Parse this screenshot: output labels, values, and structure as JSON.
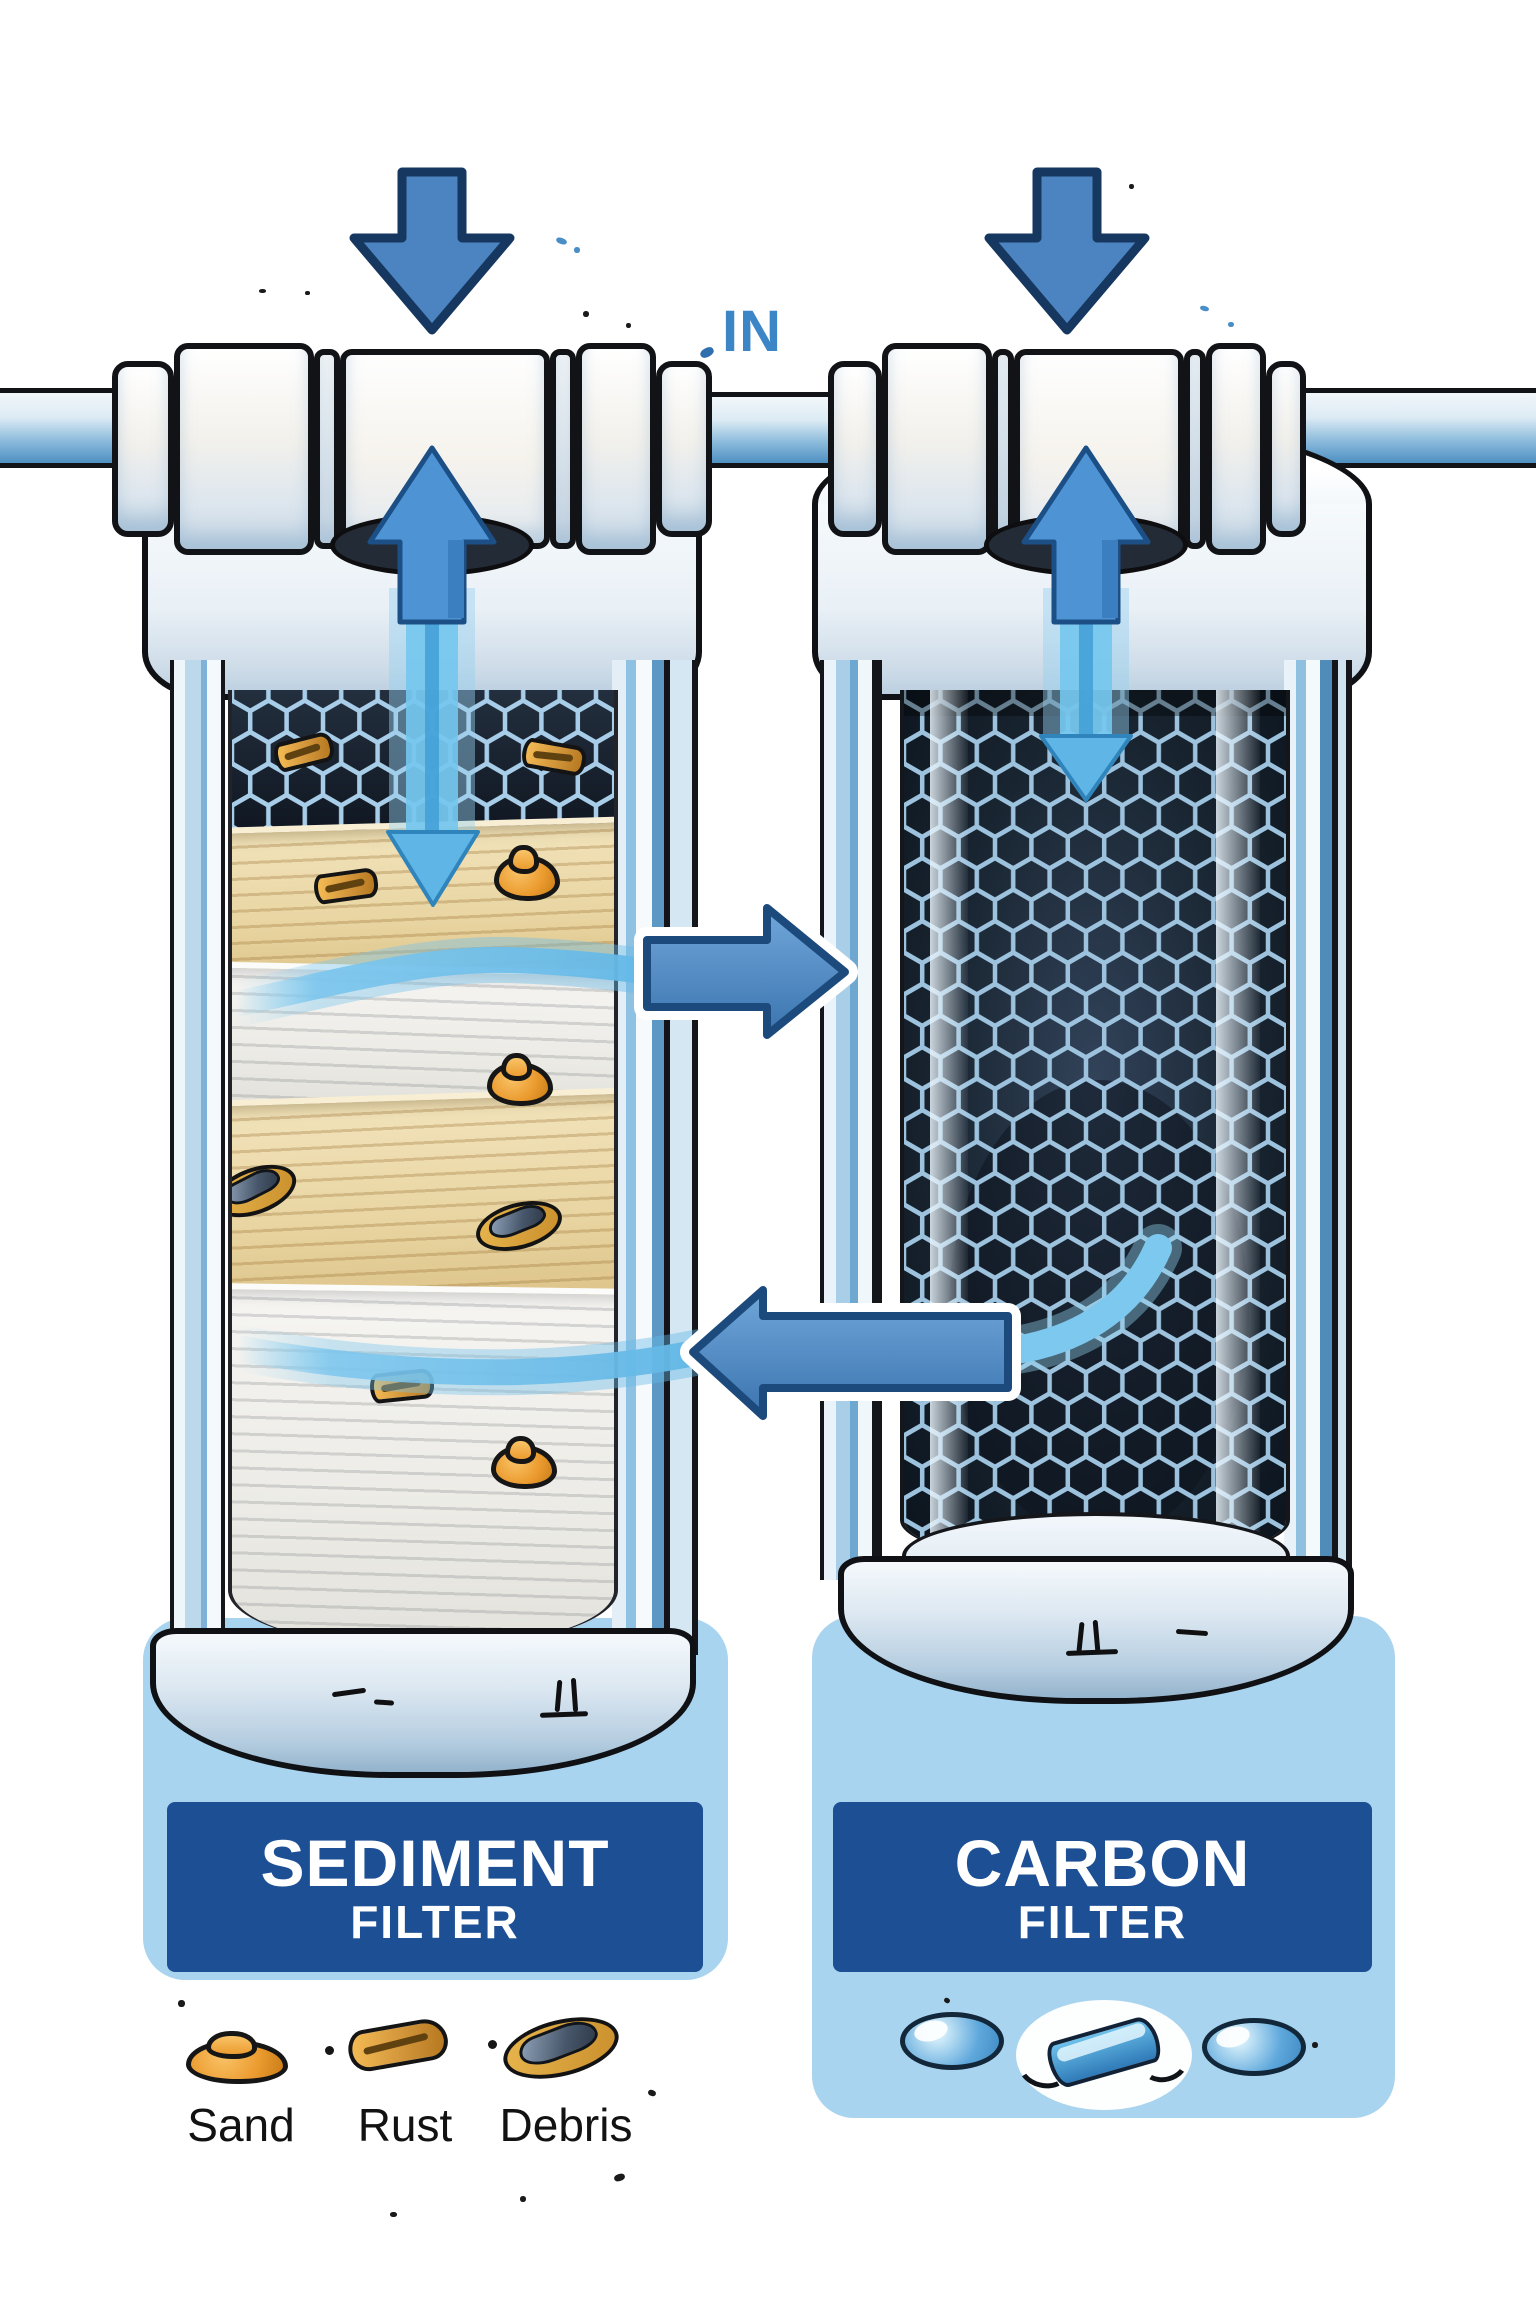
{
  "labels": {
    "in": "IN"
  },
  "filters": [
    {
      "id": "sediment",
      "title": "SEDIMENT",
      "subtitle": "FILTER"
    },
    {
      "id": "carbon",
      "title": "CARBON",
      "subtitle": "FILTER"
    }
  ],
  "legend": {
    "items": [
      {
        "icon": "sand-icon",
        "label": "Sand"
      },
      {
        "icon": "rust-icon",
        "label": "Rust"
      },
      {
        "icon": "debris-icon",
        "label": "Debris"
      }
    ]
  },
  "carbon_media_icons": [
    "carbon-disc-icon",
    "carbon-block-icon",
    "carbon-disc-icon"
  ],
  "flow_icons": [
    "down-arrow-icon",
    "up-arrow-icon",
    "flow-right-arrow-icon",
    "flow-left-arrow-icon"
  ],
  "colors": {
    "arrow_blue": "#4B84C0",
    "arrow_outline": "#16375F",
    "stream_blue": "#6EC0EA",
    "label_box_blue": "#1D4F95",
    "panel_light_blue": "#A9D4EF",
    "in_text_blue": "#3C86C7",
    "tan_media": "#ECD9A9",
    "white_media": "#F1F0EC",
    "mesh_line": "#A8CDE8",
    "mesh_bg": "#131B26",
    "sand_orange": "#EC9C30",
    "rust_gold": "#D2953A",
    "debris_slab": "#47566A"
  }
}
